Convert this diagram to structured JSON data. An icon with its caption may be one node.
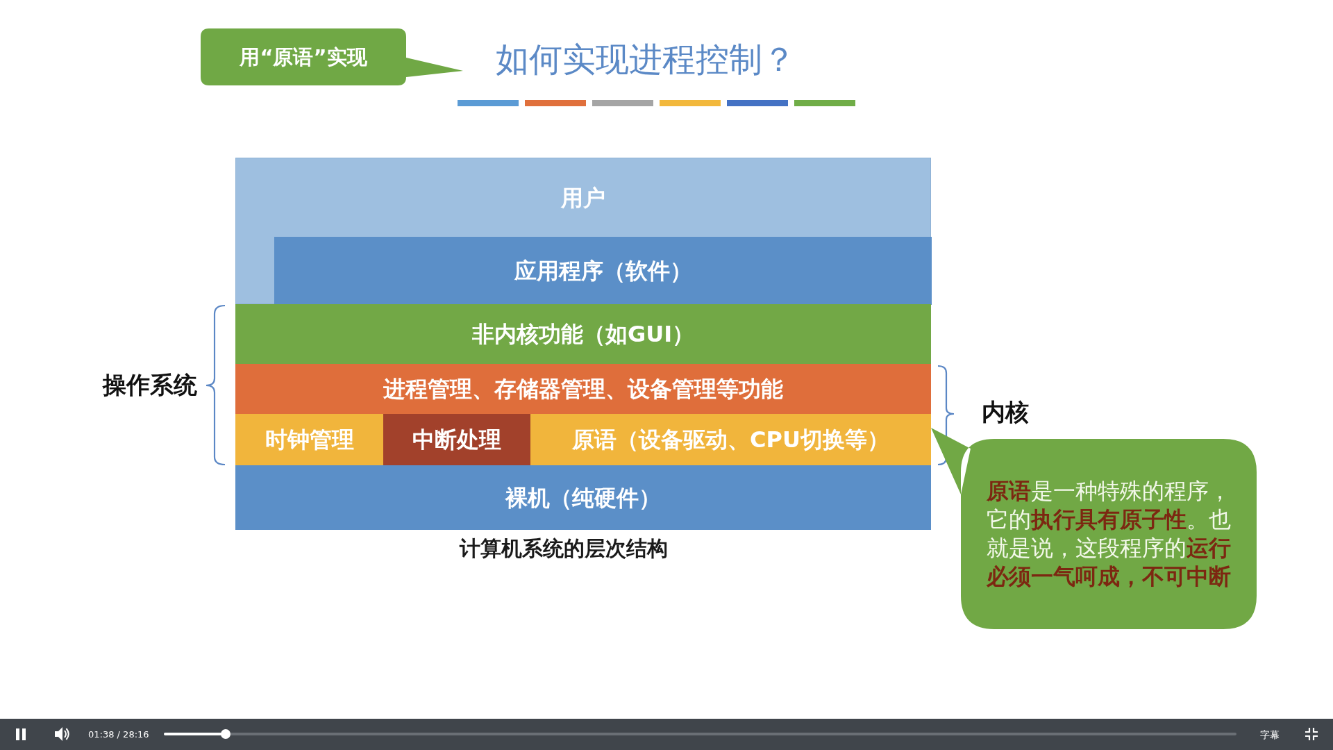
{
  "diagram": {
    "title": "如何实现进程控制？",
    "caption": "计算机系统的层次结构",
    "nodes": [
      {
        "text": [
          "用“原语”实现"
        ]
      },
      {
        "text": [
          "用户"
        ]
      },
      {
        "text": [
          "应用程序（软件）"
        ],
        "in": 1
      },
      {
        "text": [
          "非内核功能（如GUI）"
        ]
      },
      {
        "text": [
          "进程管理、存储器管理、设备管理等功能"
        ]
      },
      {
        "text": [
          "时钟管理"
        ]
      },
      {
        "text": [
          "中断处理"
        ]
      },
      {
        "text": [
          "原语（设备驱动、CPU切换等）"
        ]
      },
      {
        "text": [
          "裸机（纯硬件）"
        ]
      },
      {
        "text": [
          "**原语**是一种特殊的程序，它的**执行具有原子性**。也就是说，这段程序的**运行必须一气呵成，不可中断**"
        ]
      }
    ],
    "labels": [
      "操作系统",
      "内核",
      "01:38 / 28:16",
      "字幕"
    ]
  }
}
